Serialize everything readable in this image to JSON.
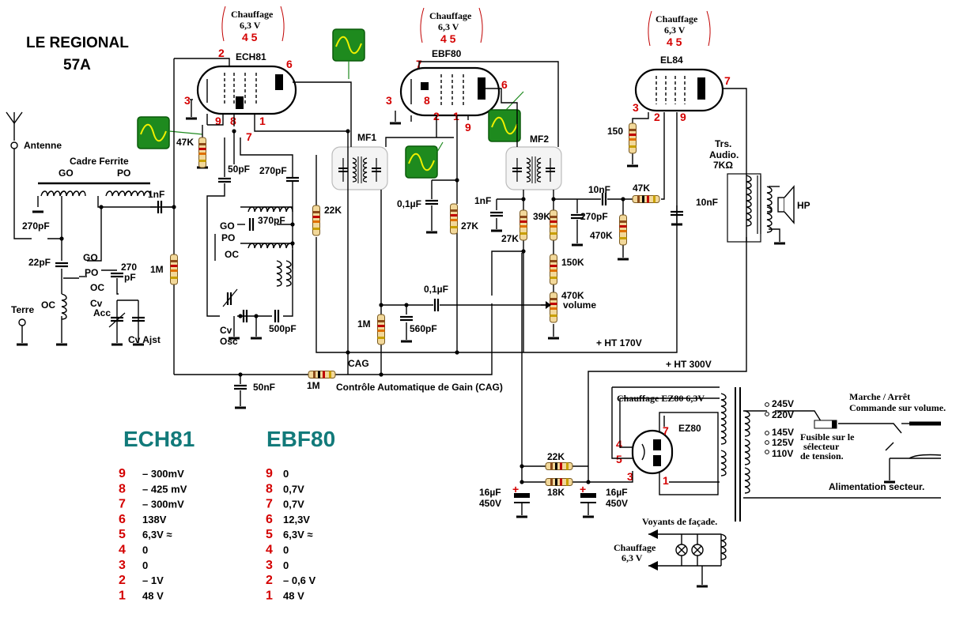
{
  "title": {
    "line1": "LE REGIONAL",
    "line2": "57A"
  },
  "heaters": [
    {
      "label": "Chauffage",
      "voltage": "6,3 V",
      "pins": "4 5"
    },
    {
      "label": "Chauffage",
      "voltage": "6,3 V",
      "pins": "4 5"
    },
    {
      "label": "Chauffage",
      "voltage": "6,3 V",
      "pins": "4 5"
    }
  ],
  "tubes": {
    "ech81": {
      "name": "ECH81",
      "pins": [
        "2",
        "6",
        "3",
        "9",
        "8",
        "7",
        "1"
      ]
    },
    "ebf80": {
      "name": "EBF80",
      "pins": [
        "7",
        "8",
        "3",
        "6",
        "2",
        "1",
        "9"
      ]
    },
    "el84": {
      "name": "EL84",
      "pins": [
        "7",
        "3",
        "2",
        "9"
      ]
    },
    "ez80": {
      "name": "EZ80",
      "pins": [
        "7",
        "4",
        "5",
        "3",
        "1"
      ]
    }
  },
  "labels": {
    "antenne": "Antenne",
    "cadre": "Cadre Ferrite",
    "go": "GO",
    "po": "PO",
    "oc": "OC",
    "terre": "Terre",
    "cv_acc_1": "Cv",
    "cv_acc_2": "Acc",
    "cv_ajst": "Cv Ajst",
    "cv_osc_1": "Cv",
    "cv_osc_2": "Osc",
    "mf1": "MF1",
    "mf2": "MF2",
    "cag": "CAG",
    "cag_full": "Contrôle Automatique de Gain (CAG)",
    "trs1": "Trs.",
    "trs2": "Audio.",
    "trs3": "7KΩ",
    "hp": "HP",
    "ht170": "+ HT 170V",
    "ht300": "+ HT 300V",
    "chauffage_ez80": "Chauffage EZ80 6,3V",
    "marche1": "Marche / Arrêt",
    "marche2": "Commande sur volume.",
    "fusible1": "Fusible sur le",
    "fusible2": "sélecteur",
    "fusible3": "de tension.",
    "secteur": "Alimentation secteur.",
    "voyants": "Voyants de façade.",
    "chauffage_bas1": "Chauffage",
    "chauffage_bas2": "6,3 V",
    "volume": "volume"
  },
  "components": {
    "c270pf_ant": "270pF",
    "c22pf": "22pF",
    "c270pf_b1": "270",
    "c270pf_b2": "pF",
    "c1nf_in": "1nF",
    "r1m_grid": "1M",
    "r47k_ech": "47K",
    "c50pf": "50pF",
    "c270pf_osc": "270pF",
    "c370pf": "370pF",
    "r22k": "22K",
    "c500pf": "500pF",
    "c50nf": "50nF",
    "r1m_cag": "1M",
    "r1m_cag2": "1M",
    "c01uf_a": "0,1µF",
    "r27k_a": "27K",
    "c01uf_b": "0,1µF",
    "c560pf": "560pF",
    "c1nf_det": "1nF",
    "r27k_b": "27K",
    "r39k": "39K",
    "c270pf_det": "270pF",
    "r150k": "150K",
    "p470k": "470K",
    "c10nf_a": "10nF",
    "r47k_b": "47K",
    "r470k": "470K",
    "r150": "150",
    "c10nf_b": "10nF",
    "r22k_alim": "22K",
    "r18k": "18K",
    "c16uf_a1": "16µF",
    "c16uf_a2": "450V",
    "c16uf_b1": "16µF",
    "c16uf_b2": "450V",
    "v245": "245V",
    "v220": "220V",
    "v145": "145V",
    "v125": "125V",
    "v110": "110V"
  },
  "voltage_tables": [
    {
      "tube": "ECH81",
      "rows": [
        {
          "pin": "9",
          "value": "– 300mV"
        },
        {
          "pin": "8",
          "value": "– 425 mV"
        },
        {
          "pin": "7",
          "value": "– 300mV"
        },
        {
          "pin": "6",
          "value": "138V"
        },
        {
          "pin": "5",
          "value": "6,3V ≈"
        },
        {
          "pin": "4",
          "value": "0"
        },
        {
          "pin": "3",
          "value": "0"
        },
        {
          "pin": "2",
          "value": "– 1V"
        },
        {
          "pin": "1",
          "value": "48 V"
        }
      ]
    },
    {
      "tube": "EBF80",
      "rows": [
        {
          "pin": "9",
          "value": "0"
        },
        {
          "pin": "8",
          "value": "0,7V"
        },
        {
          "pin": "7",
          "value": "0,7V"
        },
        {
          "pin": "6",
          "value": "12,3V"
        },
        {
          "pin": "5",
          "value": "6,3V ≈"
        },
        {
          "pin": "4",
          "value": "0"
        },
        {
          "pin": "3",
          "value": "0"
        },
        {
          "pin": "2",
          "value": "– 0,6 V"
        },
        {
          "pin": "1",
          "value": "48 V"
        }
      ]
    }
  ],
  "colors": {
    "pin_red": "#d40000",
    "table_title": "#127a7a",
    "scope_green": "#1e8a1e",
    "scope_trace": "#f0f000",
    "wire": "#000000"
  }
}
